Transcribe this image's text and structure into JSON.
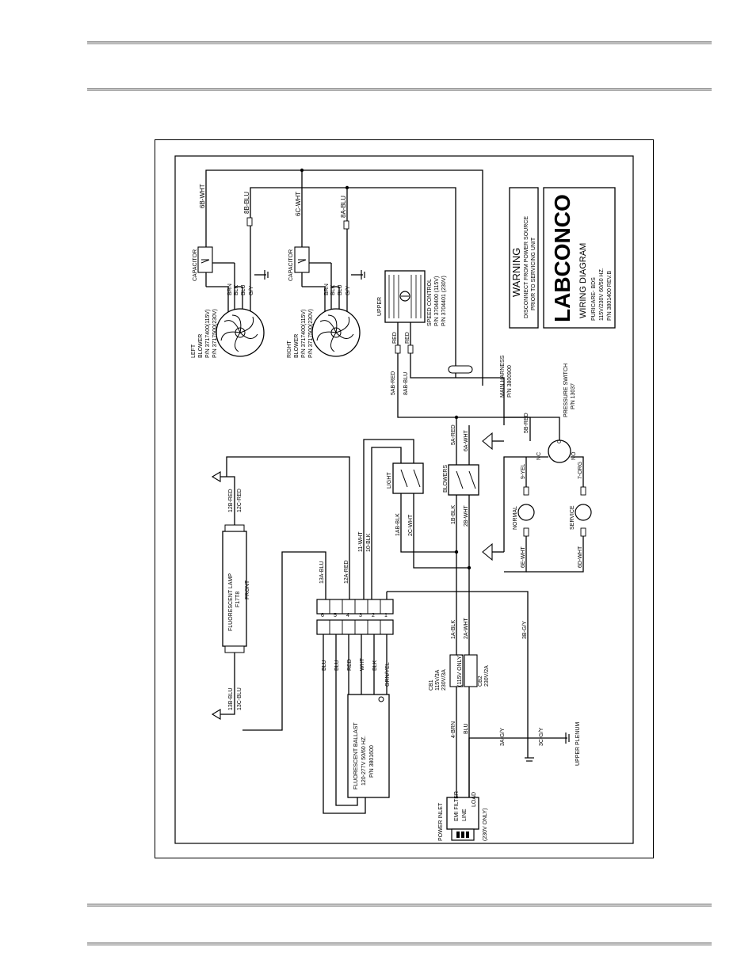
{
  "labels": {
    "wire_6b_wht": "6B-WHT",
    "wire_8b_blu": "8B-BLU",
    "wire_6c_wht": "6C-WHT",
    "wire_8a_blu": "8A-BLU",
    "capacitor": "CAPACITOR",
    "brn": "BRN",
    "blk": "BLK",
    "blu": "BLU",
    "gy": "G/Y",
    "upper": "UPPER",
    "left_blower": [
      "LEFT",
      "BLOWER",
      "P/N 3717400(115V)",
      "P/N 3717500(230V)"
    ],
    "right_blower": [
      "RIGHT",
      "BLOWER",
      "P/N 3717400(115V)",
      "P/N 3717500(230V)"
    ],
    "speed_control": [
      "SPEED CONTROL",
      "P/N 3704400 (115V)",
      "P/N 3704401 (230V)"
    ],
    "red": "RED",
    "wire_5ab_red": "5AB-RED",
    "wire_8ab_blu": "8AB-BLU",
    "main_harness": [
      "MAIN HARNESS",
      "P/N 3800900"
    ],
    "warning": [
      "WARNING",
      "DISCONNECT FROM POWER SOURCE",
      "PRIOR TO SERVICING UNIT"
    ],
    "labconco": "LABCONCO",
    "wiring_diagram": "WIRING DIAGRAM",
    "purifier": "PURICARE- BDS",
    "voltage": "115V/230V 60/50 HZ.",
    "part_rev": "P/N 3801400     REV.B",
    "pressure_switch": [
      "PRESSURE SWITCH",
      "P/N 13037"
    ],
    "wire_5b_red": "5B-RED",
    "nc": "NC",
    "c": "C",
    "no": "NO",
    "wire_5a_red": "5A-RED",
    "wire_6a_wht": "6A-WHT",
    "light": "LIGHT",
    "blowers": "BLOWERS",
    "wire_9_yel": "9-YEL",
    "wire_7_org": "7-ORG",
    "normal": "NORMAL",
    "service": "SERVICE",
    "wire_6e_wht": "6E-WHT",
    "wire_6d_wht": "6D-WHT",
    "wire_11_wht": "11-WHT",
    "wire_10_blk": "10-BLK",
    "wire_1ab_blk": "1AB-BLK",
    "wire_2c_wht": "2C-WHT",
    "wire_1b_blk": "1B-BLK",
    "wire_2b_wht": "2B-WHT",
    "wire_12b_red": "12B-RED",
    "wire_12c_red": "12C-RED",
    "wire_13b_blu": "13B-BLU",
    "wire_13c_blu": "13C-BLU",
    "fluorescent_lamp": "FLUORESCENT LAMP",
    "lamp_pn": "F17T8",
    "front": "FRONT",
    "wire_13a_blu": "13A-BLU",
    "wire_12a_red": "12A-RED",
    "pins": [
      "6",
      "5",
      "4",
      "3",
      "2",
      "1"
    ],
    "ballast_wires": [
      "BLU",
      "BLU",
      "RED",
      "WHT",
      "BLK",
      "GRN/YEL"
    ],
    "ballast": [
      "FLUORESCENT BALLAST",
      "120-277V 50/60 HZ.",
      "P/N 3801600"
    ],
    "wire_1a_blk": "1A-BLK",
    "wire_2a_wht": "2A-WHT",
    "wire_3b_gy": "3B-G/Y",
    "cb1": [
      "CB1",
      "115V/3A",
      "230V/3A"
    ],
    "cb2": [
      "CB2",
      "230V/2A"
    ],
    "jumper": "(115V ONLY)",
    "wire_4_brn": "4-BRN",
    "wire_3a_gy": "3A-G/Y",
    "wire_3c_gy": "3C-G/Y",
    "upper_plenum": "UPPER PLENUM",
    "power_inlet": "POWER INLET",
    "emi_filter": "EMI FILTER",
    "line": "LINE",
    "load": "LOAD",
    "only_230": "(230V ONLY)"
  }
}
